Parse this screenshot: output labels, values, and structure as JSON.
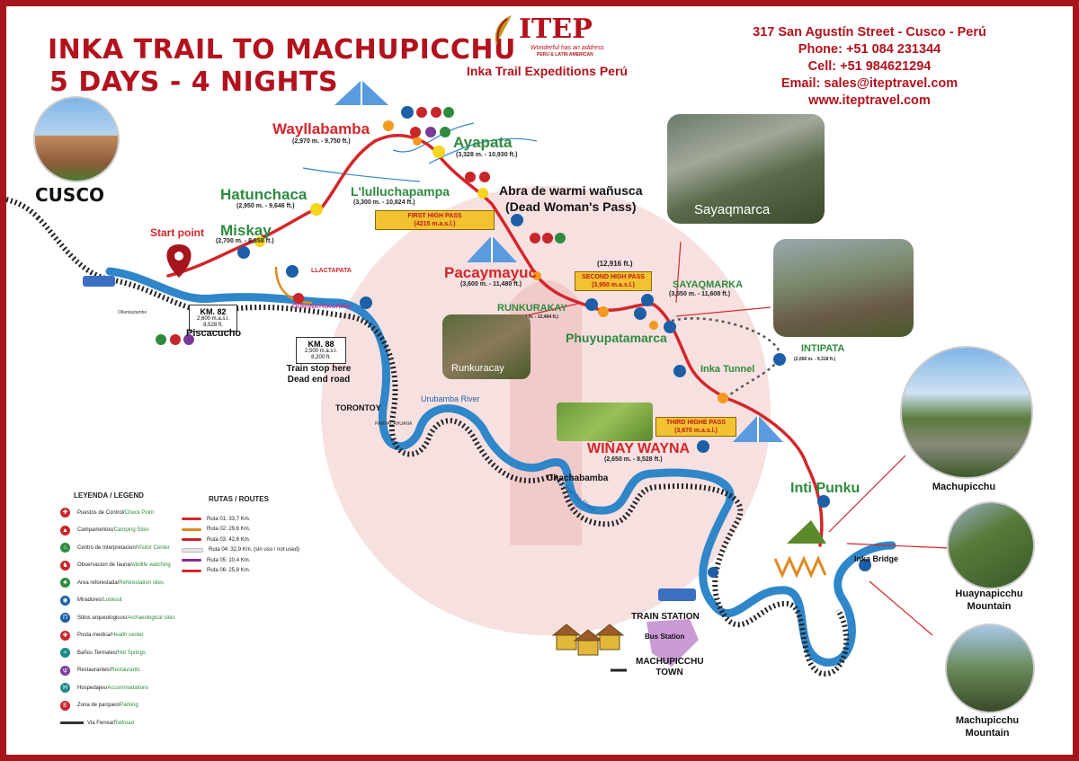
{
  "title_line1": "INKA TRAIL TO MACHUPICCHU",
  "title_line2": "5 DAYS - 4 NIGHTS",
  "brand": {
    "name": "ITEP",
    "tagline": "Wonderful has an address",
    "tagline2": "PERU & LATIN AMERICAN",
    "full": "Inka Trail Expeditions Perú",
    "brand_color": "#b3121c"
  },
  "contact": {
    "address": "317 San Agustín Street - Cusco - Perú",
    "phone": "Phone: +51 084 231344",
    "cell": "Cell: +51 984621294",
    "email": "Email: sales@iteptravel.com",
    "web": "www.iteptravel.com"
  },
  "places": {
    "cusco": "CUSCO",
    "start_point": "Start point",
    "wayllabamba": "Wayllabamba",
    "wayllabamba_alt": "(2,970 m. - 9,750 ft.)",
    "ayapata": "Ayapata",
    "ayapata_alt": "(3,328 m. - 10,930 ft.)",
    "hatunchaca": "Hatunchaca",
    "hatunchaca_alt": "(2,950 m. - 9,646 ft.)",
    "llulluchapampa": "L'lulluchapampa",
    "llulluchapampa_alt": "(3,300 m. - 10,824 ft.)",
    "abra_line1": "Abra de warmi wañusca",
    "abra_line2": "(Dead Woman's Pass)",
    "first_pass_line1": "FIRST HIGH PASS",
    "first_pass_line2": "(4215 m.a.s.l.)",
    "miskay": "Miskay",
    "miskay_alt": "(2,700 m. - 8,858 ft.)",
    "pacaymayuc": "Pacaymayuc",
    "pacaymayuc_alt": "(3,600 m. - 11,480 ft.)",
    "ft_12916": "(12,916 ft.)",
    "second_pass_line1": "SECOND HIGH PASS",
    "second_pass_line2": "(3,950 m.a.s.l.)",
    "runkurakay": "RUNKURAKAY",
    "runkurakay_alt": "(3,800 m. - 12,464 ft.)",
    "sayaqmarka": "SAYAQMARKA",
    "sayaqmarka_alt": "(3,550 m. - 11,608 ft.)",
    "llactapata": "LLACTAPATA",
    "qoriwayrachina": "QORIWAYRACHINA",
    "phuyupatamarca": "Phuyupatamarca",
    "intipata": "INTIPATA",
    "intipata_alt": "(2,050 m. - 9,318 ft.)",
    "inka_tunnel": "Inka Tunnel",
    "third_pass_line1": "THIRD HIGHE PASS",
    "third_pass_line2": "(3,670 m.a.s.l.)",
    "winay_wayna": "WIÑAY WAYNA",
    "winay_wayna_alt": "(2,650 m. - 8,528 ft.)",
    "inti_punku": "Inti Punku",
    "inka_bridge": "Inka Bridge",
    "km82": "KM. 82",
    "km82_alt1": "2,600 m.a.s.l.",
    "km82_alt2": "8,528 ft.",
    "km88": "KM. 88",
    "km88_alt1": "2,500 m.a.s.l.",
    "km88_alt2": "8,200 ft.",
    "piscacucho": "Piscacucho",
    "train_stop_line1": "Train stop here",
    "train_stop_line2": "Dead end road",
    "ollantaytambo": "Ollantaytambo",
    "torontoy": "TORONTOY",
    "pampacahuana": "PAMPACAHUANA",
    "urubamba_river": "Urubamba River",
    "urubamba_river2": "Urubamba River",
    "chachabamba": "Chachabamba",
    "train_station": "TRAIN STATION",
    "bus_station": "Bus Station",
    "town_line1": "MACHUPICCHU",
    "town_line2": "TOWN"
  },
  "photos": {
    "sayaqmarca": "Sayaqmarca",
    "runkuracay": "Runkuracay",
    "machupicchu": "Machupicchu",
    "huayna_line1": "Huaynapicchu",
    "huayna_line2": "Mountain",
    "mp_mountain_line1": "Machupicchu",
    "mp_mountain_line2": "Mountain"
  },
  "legend": {
    "title": "LEYENDA / LEGEND",
    "items": [
      {
        "es": "Puestos de Control",
        "en": "Check Point",
        "color": "#c8262b",
        "icon": "checkpoint-icon",
        "glyph": "✚"
      },
      {
        "es": "Campamentos",
        "en": "Camping Sites",
        "color": "#c8262b",
        "icon": "camping-icon",
        "glyph": "▲"
      },
      {
        "es": "Centro de Interpretacion",
        "en": "Visitor Center",
        "color": "#2e8b3e",
        "icon": "visitor-center-icon",
        "glyph": "⌂"
      },
      {
        "es": "Observacion de fauna",
        "en": "wildlife watching",
        "color": "#c8262b",
        "icon": "wildlife-icon",
        "glyph": "♞"
      },
      {
        "es": "Area reforestada",
        "en": "Reforestation sites",
        "color": "#2e8b3e",
        "icon": "tree-icon",
        "glyph": "♣"
      },
      {
        "es": "Miradores",
        "en": "Lookout",
        "color": "#1d5fa6",
        "icon": "lookout-icon",
        "glyph": "◉"
      },
      {
        "es": "Sitios arqueologicos",
        "en": "Archaeological sites",
        "color": "#1d5fa6",
        "icon": "ruins-icon",
        "glyph": "Π"
      },
      {
        "es": "Posta medica",
        "en": "Health center",
        "color": "#c8262b",
        "icon": "health-icon",
        "glyph": "✚"
      },
      {
        "es": "Baños Termales",
        "en": "Hot Springs",
        "color": "#1f8a8a",
        "icon": "hot-springs-icon",
        "glyph": "≈"
      },
      {
        "es": "Restaurantes",
        "en": "Restaurants",
        "color": "#7a3a9a",
        "icon": "restaurant-icon",
        "glyph": "ψ"
      },
      {
        "es": "Hospedajes",
        "en": "Accommodations",
        "color": "#1f8a8a",
        "icon": "lodging-icon",
        "glyph": "H"
      },
      {
        "es": "Zona de parqueo",
        "en": "Parking",
        "color": "#c8262b",
        "icon": "parking-icon",
        "glyph": "E"
      },
      {
        "es": "Via Ferrea",
        "en": "Railroad",
        "color": "#333333",
        "icon": "railroad-icon",
        "glyph": ""
      }
    ]
  },
  "routes": {
    "title": "RUTAS / ROUTES",
    "items": [
      {
        "label": "Ruta 01: 33,7 Km.",
        "color": "#d3262b"
      },
      {
        "label": "Ruta 02: 29,6 Km.",
        "color": "#e08a1e"
      },
      {
        "label": "Ruta 03: 42,6 Km.",
        "color": "#c8262b"
      },
      {
        "label": "Ruta 04: 32,9 Km. (sin uso / not used)",
        "color": "#e8e8e8"
      },
      {
        "label": "Ruta 05: 10,4 Km.",
        "color": "#8a2a8a"
      },
      {
        "label": "Ruta 06: 25,8 Km.",
        "color": "#d3262b"
      }
    ]
  },
  "colors": {
    "trail": "#d3262b",
    "river": "#2f86c9",
    "railroad": "#222222",
    "orange_route": "#e08a1e",
    "watermark": "#f6dcdc"
  }
}
